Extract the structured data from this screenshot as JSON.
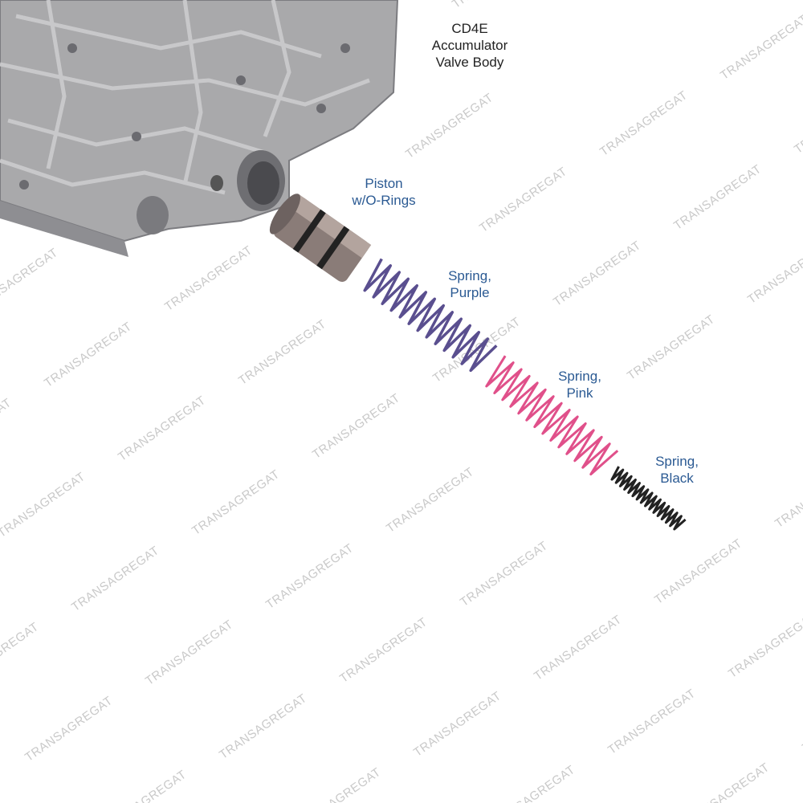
{
  "title": {
    "line1": "CD4E",
    "line2": "Accumulator",
    "line3": "Valve Body"
  },
  "labels": {
    "piston": {
      "line1": "Piston",
      "line2": "w/O-Rings"
    },
    "spring_purple": {
      "line1": "Spring,",
      "line2": "Purple"
    },
    "spring_pink": {
      "line1": "Spring,",
      "line2": "Pink"
    },
    "spring_black": {
      "line1": "Spring,",
      "line2": "Black"
    }
  },
  "watermark": "TRANSAGREGAT",
  "colors": {
    "label": "#2b5a93",
    "purple": "#5a4f8f",
    "pink": "#e0508a",
    "black": "#222222",
    "body": "#a9a9ab"
  }
}
